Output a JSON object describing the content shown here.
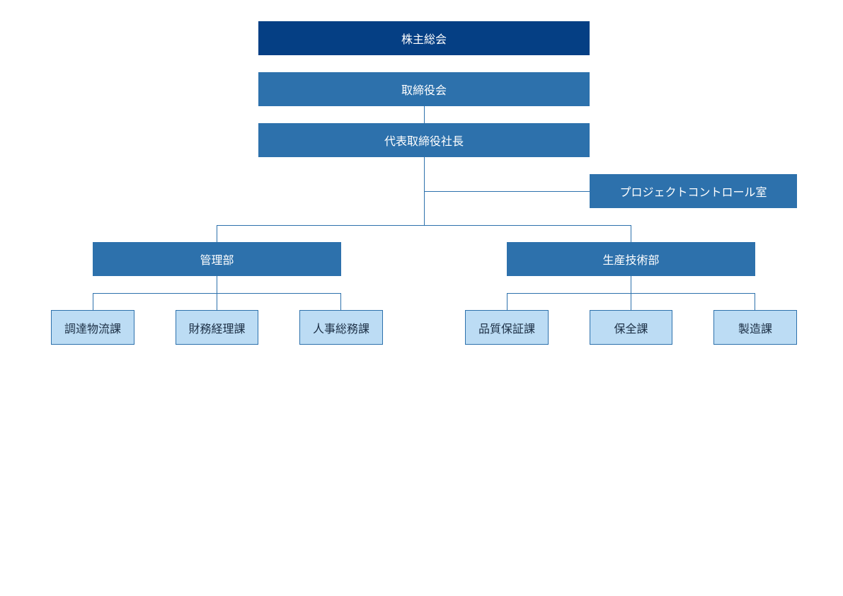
{
  "org_chart": {
    "shareholders_meeting": "株主総会",
    "board_of_directors": "取締役会",
    "president": "代表取締役社長",
    "project_control_office": "プロジェクトコントロール室",
    "admin_dept": {
      "name": "管理部",
      "sections": [
        "調達物流課",
        "財務経理課",
        "人事総務課"
      ]
    },
    "production_dept": {
      "name": "生産技術部",
      "sections": [
        "品質保証課",
        "保全課",
        "製造課"
      ]
    }
  },
  "colors": {
    "top_box": "#053f84",
    "mid_box": "#2d71ac",
    "leaf_box": "#bcdcf4",
    "leaf_text": "#1c2f45",
    "connector": "#2d71ac"
  }
}
